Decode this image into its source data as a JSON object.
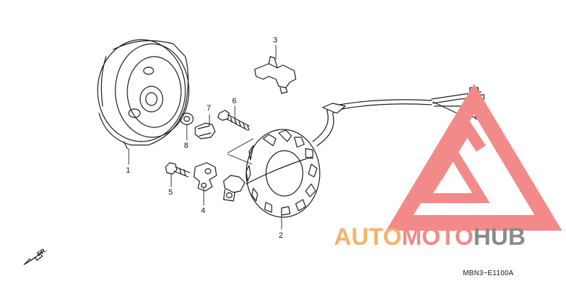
{
  "callouts": {
    "c1": "1",
    "c2": "2",
    "c3": "3",
    "c4": "4",
    "c5": "5",
    "c6": "6",
    "c7": "7",
    "c8": "8"
  },
  "front_label": "FR.",
  "diagram_code": "MBN3−E1100A",
  "watermark": {
    "part1": "AUTO",
    "part2": "MOTO",
    "part3": "HUB"
  },
  "colors": {
    "line": "#1a1a1a",
    "watermark_orange": "#f5b46a",
    "watermark_red": "#f28a8a",
    "watermark_gray": "#8a8a8a"
  }
}
